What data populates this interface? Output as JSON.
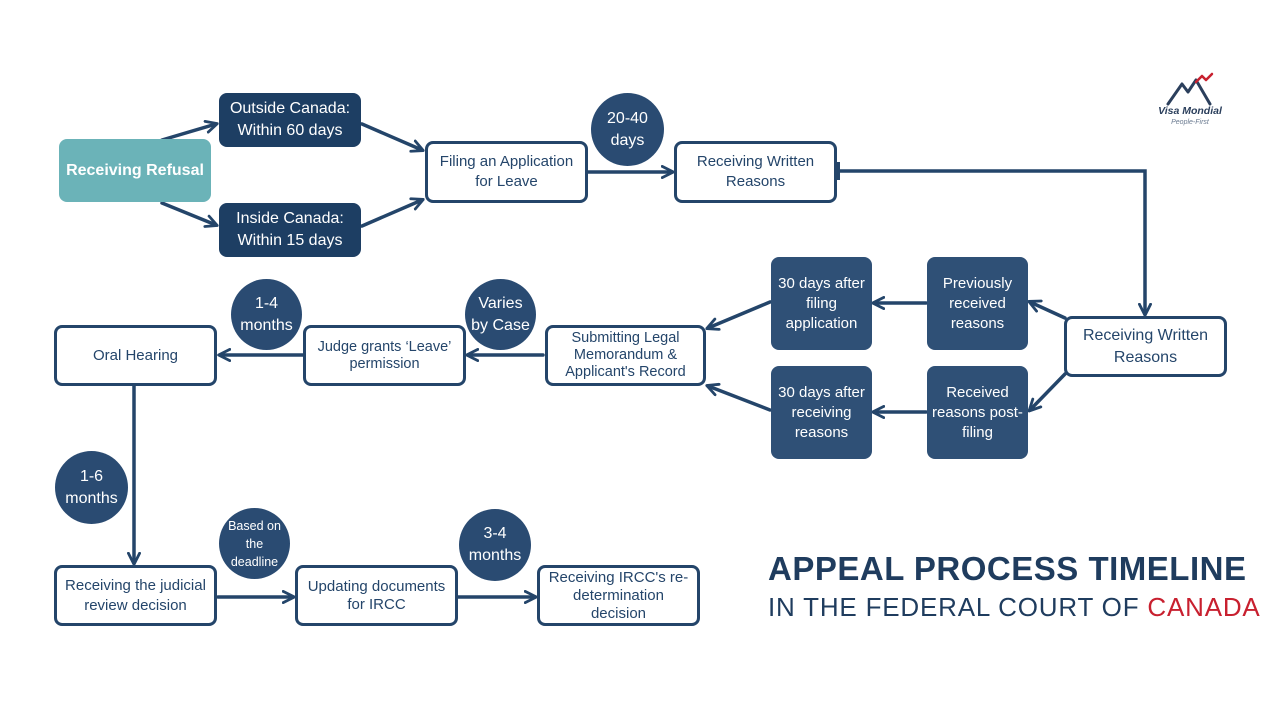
{
  "nodes": {
    "receiving_refusal": "Receiving Refusal",
    "outside_canada": "Outside Canada: Within 60 days",
    "inside_canada": "Inside Canada: Within 15 days",
    "filing_application": "Filing an Application for Leave",
    "receiving_written_reasons_top": "Receiving Written Reasons",
    "receiving_written_reasons_right": "Receiving Written Reasons",
    "previously_received": "Previously received reasons",
    "received_post_filing": "Received reasons post-filing",
    "thirty_days_filing": "30 days after filing application",
    "thirty_days_receiving": "30 days after receiving reasons",
    "submitting_memo": "Submitting Legal Memorandum & Applicant's Record",
    "judge_grants": "Judge grants ‘Leave’ permission",
    "oral_hearing": "Oral Hearing",
    "judicial_review": "Receiving the judicial review decision",
    "updating_documents": "Updating documents for IRCC",
    "ircc_redetermination": "Receiving IRCC's re-determination decision"
  },
  "durations": {
    "d_20_40": "20-40 days",
    "d_varies": "Varies by Case",
    "d_1_4": "1-4 months",
    "d_1_6": "1-6 months",
    "d_deadline": "Based on the deadline",
    "d_3_4": "3-4 months"
  },
  "title": {
    "line1": "APPEAL PROCESS TIMELINE",
    "line2_main": "IN THE FEDERAL COURT OF ",
    "line2_accent": "CANADA"
  },
  "logo": {
    "name": "Visa Mondial",
    "tagline": "People-First"
  },
  "colors": {
    "navy": "#1d3e63",
    "slate": "#2f5076",
    "teal": "#6bb3b8",
    "outline": "#24456a",
    "accent_red": "#c8202f"
  }
}
